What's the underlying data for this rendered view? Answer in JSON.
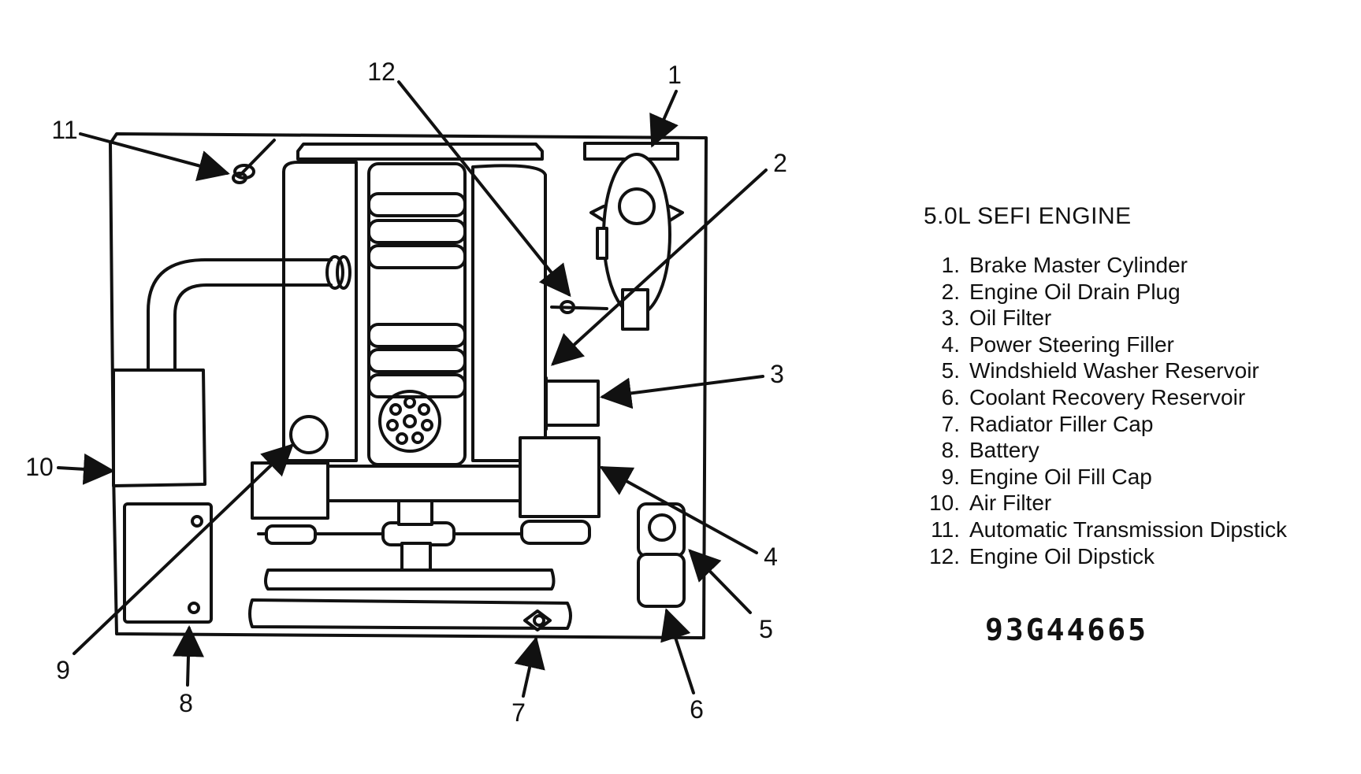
{
  "diagram": {
    "title": "5.0L SEFI ENGINE",
    "figure_code": "93G44665",
    "callout_numbers": [
      "1",
      "2",
      "3",
      "4",
      "5",
      "6",
      "7",
      "8",
      "9",
      "10",
      "11",
      "12"
    ],
    "legend": [
      {
        "num": "1.",
        "label": "Brake Master Cylinder"
      },
      {
        "num": "2.",
        "label": "Engine Oil Drain Plug"
      },
      {
        "num": "3.",
        "label": "Oil Filter"
      },
      {
        "num": "4.",
        "label": "Power Steering Filler"
      },
      {
        "num": "5.",
        "label": "Windshield Washer Reservoir"
      },
      {
        "num": "6.",
        "label": "Coolant Recovery Reservoir"
      },
      {
        "num": "7.",
        "label": "Radiator Filler Cap"
      },
      {
        "num": "8.",
        "label": "Battery"
      },
      {
        "num": "9.",
        "label": "Engine Oil Fill Cap"
      },
      {
        "num": "10.",
        "label": "Air Filter"
      },
      {
        "num": "11.",
        "label": "Automatic Transmission Dipstick"
      },
      {
        "num": "12.",
        "label": "Engine Oil Dipstick"
      }
    ]
  }
}
